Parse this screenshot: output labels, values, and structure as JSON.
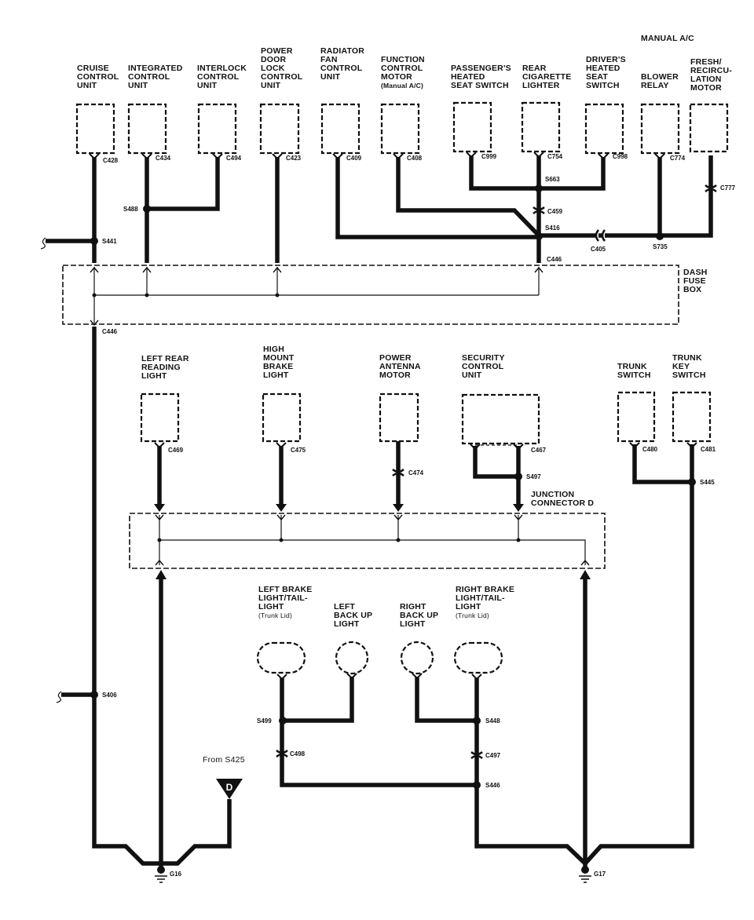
{
  "top_components": {
    "cruise": {
      "label": [
        "CRUISE",
        "CONTROL",
        "UNIT"
      ],
      "connector": "C428"
    },
    "integrated": {
      "label": [
        "INTEGRATED",
        "CONTROL",
        "UNIT"
      ],
      "connector": "C434"
    },
    "interlock": {
      "label": [
        "INTERLOCK",
        "CONTROL",
        "UNIT"
      ],
      "connector": "C494"
    },
    "power_door": {
      "label": [
        "POWER",
        "DOOR",
        "LOCK",
        "CONTROL",
        "UNIT"
      ],
      "connector": "C423"
    },
    "radiator": {
      "label": [
        "RADIATOR",
        "FAN",
        "CONTROL",
        "UNIT"
      ],
      "connector": "C409"
    },
    "function": {
      "label": [
        "FUNCTION",
        "CONTROL",
        "MOTOR",
        "(Manual A/C)"
      ],
      "connector": "C408"
    },
    "passenger_seat": {
      "label": [
        "PASSENGER'S",
        "HEATED",
        "SEAT SWITCH"
      ],
      "connector": "C999"
    },
    "rear_lighter": {
      "label": [
        "REAR",
        "CIGARETTE",
        "LIGHTER"
      ],
      "connector": "C754"
    },
    "driver_seat": {
      "label": [
        "DRIVER'S",
        "HEATED",
        "SEAT",
        "SWITCH"
      ],
      "connector": "C998"
    },
    "manual_ac": "MANUAL A/C",
    "blower": {
      "label": [
        "BLOWER",
        "RELAY"
      ],
      "connector": "C774"
    },
    "fresh": {
      "label": [
        "FRESH/",
        "RECIRCU-",
        "LATION",
        "MOTOR"
      ],
      "connector": "C777"
    }
  },
  "top_splices": {
    "s441": "S441",
    "s488": "S488",
    "s663": "S663",
    "c459": "C459",
    "s416": "S416",
    "c405": "C405",
    "s735": "S735",
    "c446": "C446"
  },
  "dash_fuse_box": {
    "label": [
      "DASH",
      "FUSE",
      "BOX"
    ],
    "connector_below": "C446"
  },
  "mid_components": {
    "left_rear_reading": {
      "label": [
        "LEFT REAR",
        "READING",
        "LIGHT"
      ],
      "connector": "C469"
    },
    "high_mount": {
      "label": [
        "HIGH",
        "MOUNT",
        "BRAKE",
        "LIGHT"
      ],
      "connector": "C475"
    },
    "antenna": {
      "label": [
        "POWER",
        "ANTENNA",
        "MOTOR"
      ],
      "connector": "C474"
    },
    "security": {
      "label": [
        "SECURITY",
        "CONTROL",
        "UNIT"
      ],
      "connector": "C467",
      "splice": "S497"
    },
    "trunk_switch": {
      "label": [
        "TRUNK",
        "SWITCH"
      ],
      "connector": "C480"
    },
    "trunk_key": {
      "label": [
        "TRUNK",
        "KEY",
        "SWITCH"
      ],
      "connector": "C481",
      "splice": "S445"
    }
  },
  "junction_connector": {
    "label": [
      "JUNCTION",
      "CONNECTOR D"
    ]
  },
  "lights": {
    "left_brake": {
      "label": [
        "LEFT BRAKE",
        "LIGHT/TAIL-",
        "LIGHT",
        "(Trunk Lid)"
      ]
    },
    "left_backup": {
      "label": [
        "LEFT",
        "BACK UP",
        "LIGHT"
      ]
    },
    "right_backup": {
      "label": [
        "RIGHT",
        "BACK UP",
        "LIGHT"
      ]
    },
    "right_brake": {
      "label": [
        "RIGHT BRAKE",
        "LIGHT/TAIL-",
        "LIGHT",
        "(Trunk Lid)"
      ]
    }
  },
  "bottom_splices": {
    "s499": "S499",
    "c498": "C498",
    "s448": "S448",
    "c497": "C497",
    "s446": "S446",
    "s406": "S406"
  },
  "from_note": "From S425",
  "d_marker": "D",
  "grounds": {
    "g16": "G16",
    "g17": "G17"
  }
}
